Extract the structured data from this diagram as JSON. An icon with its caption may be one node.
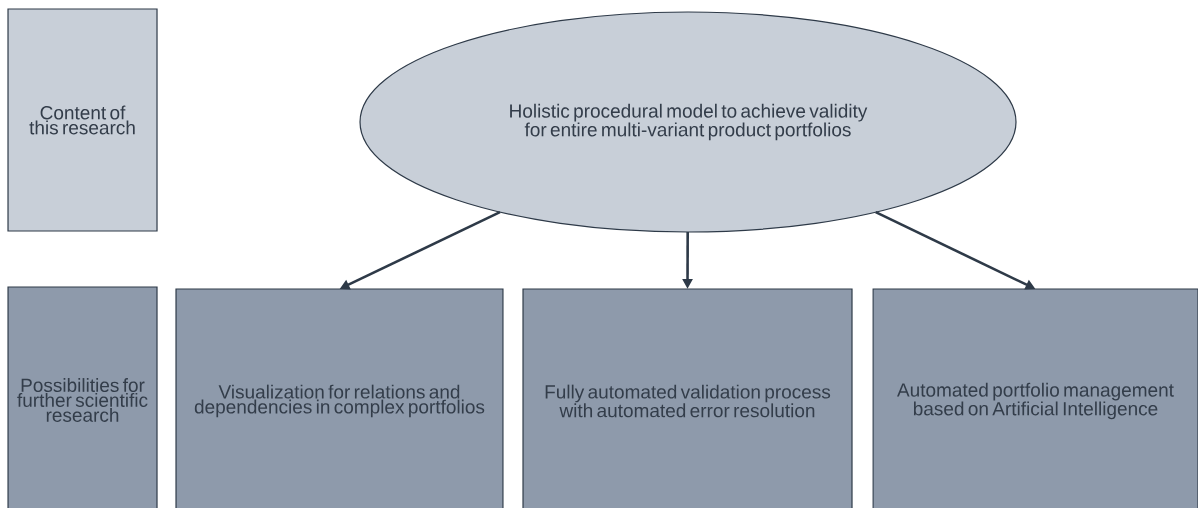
{
  "diagram": {
    "nodes": [
      {
        "text": [
          "Content of this research"
        ]
      },
      {
        "text": [
          "Holistic procedural model to achieve validity for entire multi-variant product portfolios"
        ]
      },
      {
        "text": [
          "Possibilities for further scientific research"
        ]
      },
      {
        "text": [
          "Visualization for relations and dependencies in complex portfolios"
        ]
      },
      {
        "text": [
          "Fully automated validation process with automated error resolution"
        ]
      },
      {
        "text": [
          "Automated portfolio management based on Artificial Intelligence"
        ]
      }
    ],
    "edges": [
      {
        "from": 1,
        "to": 3,
        "arrow": "to"
      },
      {
        "from": 1,
        "to": 4,
        "arrow": "to"
      },
      {
        "from": 1,
        "to": 5,
        "arrow": "to"
      }
    ]
  }
}
